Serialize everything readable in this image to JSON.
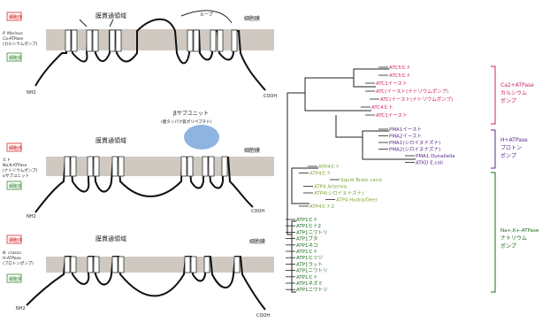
{
  "left_panels": {
    "labels": {
      "outer": "細胞外",
      "inner": "細胞質",
      "membrane": "細胞膜",
      "tm_region": "膜貫通領域",
      "nh2": "NH2",
      "cooh": "COOH",
      "loop": "ループ",
      "beta_subunit": "βサブユニット",
      "beta_subunit_note": "(膜タンパク質ポリペプチド)"
    },
    "panel1": {
      "species": "P. Marinus",
      "name": "Ca-ATPase",
      "sub": "(カルシウムポンプ)"
    },
    "panel2": {
      "species": "ヒト",
      "name": "Na,K-ATPase",
      "sub": "(ナトリウムポンプ)",
      "sub2": "αサブユニット"
    },
    "panel3": {
      "species": "N. crassa",
      "name": "H-ATPase",
      "sub": "(プロトンポンプ)"
    }
  },
  "tree": {
    "ca_group": [
      "ATC5ヒト",
      "ATC5ヒト",
      "ATC1イースト",
      "ATC(イースト(ナトリウムポンプ)",
      "ATC(イースト(ナトリウムポンプ)",
      "ATC4ヒト",
      "ATC1イースト"
    ],
    "h_group": [
      "PMA1イースト",
      "PMA2イースト",
      "PMA1(シロイヌナズナ)",
      "PMA2(シロイヌナズナ)",
      "PMA1 Dunaliella",
      "ATKD E.coli"
    ],
    "green_group": [
      "ATP4ヒト",
      "ATP4ヒト",
      "Squid Brain cand",
      "ATP4 Artemia",
      "ATP4(シロイヌナズナ)",
      "ATP4 Hydra/Deer",
      "ATP4ヒト2"
    ],
    "na_group": [
      "ATP1ヒト",
      "ATP1ヒト2",
      "ATP1ニワトリ",
      "ATP1ブタ",
      "ATP1ネコ",
      "ATP1ヒト",
      "ATP1ヒツジ",
      "ATP1ラット",
      "ATP1ニワトリ",
      "ATP1ヒト",
      "ATP1ネズミ",
      "ATP1ニワトリ"
    ],
    "group_labels": {
      "ca": [
        "Ca2+ATPase",
        "カルシウム",
        "ポンプ"
      ],
      "h": [
        "H+ATPase",
        "プロトン",
        "ポンプ"
      ],
      "na": [
        "Na+,K+-ATPase",
        "ナトリウム",
        "ポンプ"
      ]
    }
  },
  "colors": {
    "membrane": "#cfc9c2",
    "ca": "#cc1f6a",
    "h": "#5a2a8a",
    "green": "#7fa33a",
    "na": "#1a6a1a",
    "beta": "#8fb4e0",
    "outer_box": "#e05555",
    "inner_box": "#5aa55a"
  }
}
